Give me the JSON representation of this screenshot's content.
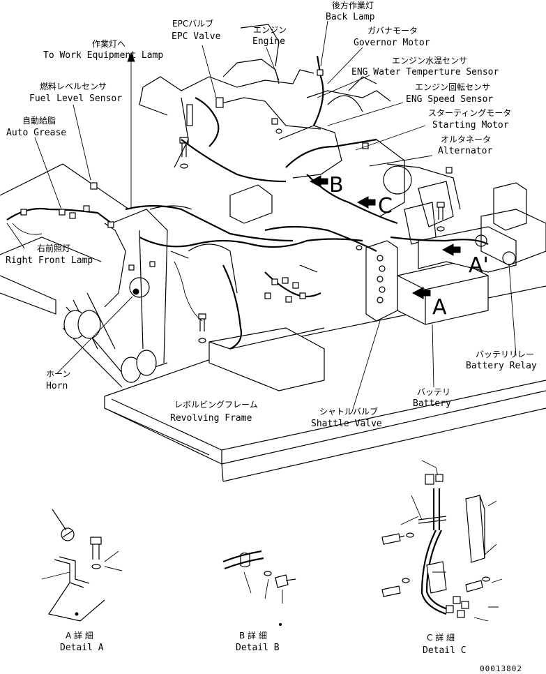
{
  "labels": {
    "back_lamp": {
      "jp": "後方作業灯",
      "en": "Back Lamp"
    },
    "epc_valve": {
      "jp": "EPCバルブ",
      "en": "EPC Valve"
    },
    "engine": {
      "jp": "エンジン",
      "en": "Engine"
    },
    "governor_motor": {
      "jp": "ガバナモータ",
      "en": "Governor Motor"
    },
    "work_lamp": {
      "jp": "作業灯へ",
      "en": "To Work Equipment Lamp"
    },
    "eng_water_temp": {
      "jp": "エンジン水温センサ",
      "en": "ENG Water Temperture Sensor"
    },
    "fuel_level": {
      "jp": "燃料レベルセンサ",
      "en": "Fuel Level Sensor"
    },
    "eng_speed": {
      "jp": "エンジン回転センサ",
      "en": "ENG Speed Sensor"
    },
    "auto_grease": {
      "jp": "自動給脂",
      "en": "Auto Grease"
    },
    "starting_motor": {
      "jp": "スターティングモータ",
      "en": "Starting Motor"
    },
    "alternator": {
      "jp": "オルタネータ",
      "en": "Alternator"
    },
    "right_front_lamp": {
      "jp": "右前照灯",
      "en": "Right Front Lamp"
    },
    "battery_relay": {
      "jp": "バッテリリレー",
      "en": "Battery Relay"
    },
    "horn": {
      "jp": "ホーン",
      "en": "Horn"
    },
    "battery": {
      "jp": "バッテリ",
      "en": "Battery"
    },
    "revolving_frame": {
      "jp": "レボルビングフレーム",
      "en": "Revolving Frame"
    },
    "shuttle_valve": {
      "jp": "シャトルバルブ",
      "en": "Shattle Valve"
    }
  },
  "callouts": {
    "a": "A",
    "b": "B",
    "c": "C",
    "a_prime": "A'"
  },
  "details": {
    "a": {
      "jp": "A 詳 細",
      "en": "Detail A"
    },
    "b": {
      "jp": "B 詳 細",
      "en": "Detail B"
    },
    "c": {
      "jp": "C 詳 細",
      "en": "Detail C"
    }
  },
  "drawing_number": "00013802"
}
